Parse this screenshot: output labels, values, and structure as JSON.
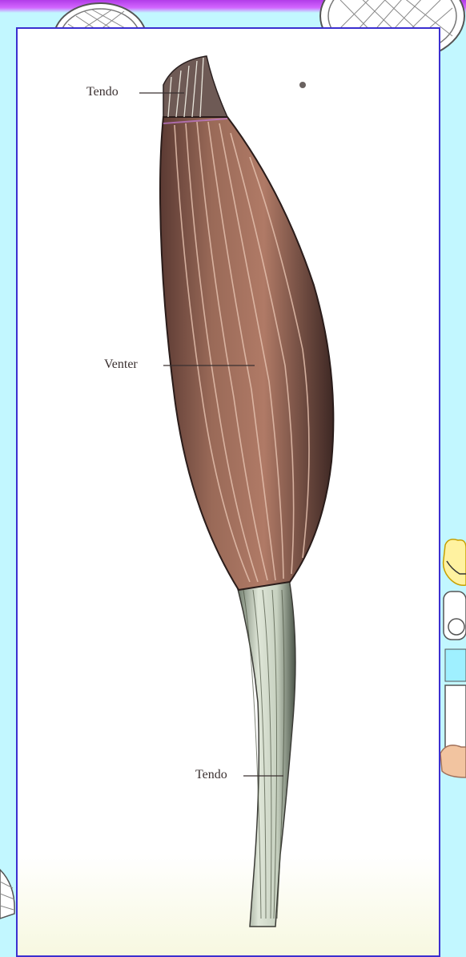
{
  "labels": {
    "tendo_top": "Tendo",
    "venter": "Venter",
    "tendo_bottom": "Tendo"
  },
  "icons": [
    "tennis-racket-icon",
    "cartoon-child-icon"
  ],
  "colors": {
    "background": "#c2f7ff",
    "frame_border": "#3b2fd0",
    "top_bar": "#b23ce8",
    "muscle_belly": "#8a5a4a",
    "tendon": "#c7d1c0"
  }
}
